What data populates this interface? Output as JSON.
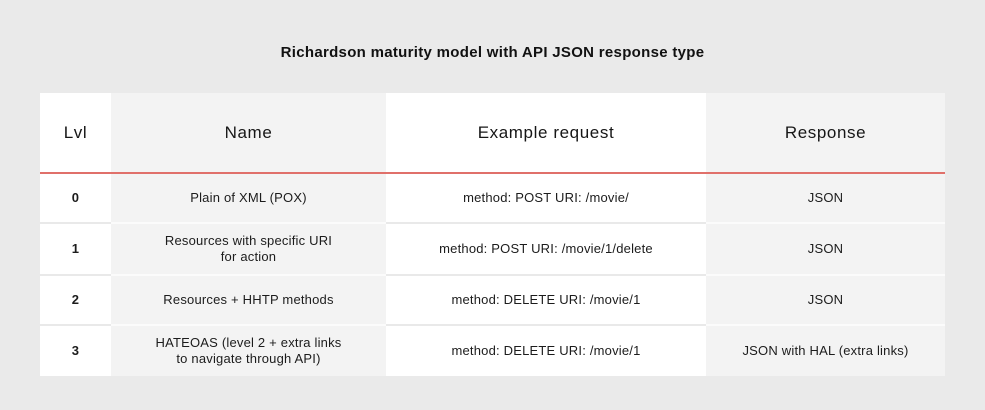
{
  "page": {
    "title": "Richardson maturity model with API JSON response type",
    "background": "#eaeaea"
  },
  "colors": {
    "accent_line": "#e0706a",
    "column_white": "#ffffff",
    "column_gray": "#f3f3f3",
    "text": "#1c1c1c"
  },
  "table": {
    "columns": [
      {
        "label": "Lvl"
      },
      {
        "label": "Name"
      },
      {
        "label": "Example request"
      },
      {
        "label": "Response"
      }
    ],
    "rows": [
      {
        "lvl": "0",
        "name": "Plain of XML (POX)",
        "example": "method: POST URI: /movie/",
        "response": "JSON"
      },
      {
        "lvl": "1",
        "name": "Resources with specific URI\nfor action",
        "example": "method: POST URI: /movie/1/delete",
        "response": "JSON"
      },
      {
        "lvl": "2",
        "name": "Resources + HHTP methods",
        "example": "method: DELETE URI: /movie/1",
        "response": "JSON"
      },
      {
        "lvl": "3",
        "name": "HATEOAS (level 2 + extra links\nto navigate through API)",
        "example": "method: DELETE URI: /movie/1",
        "response": "JSON with HAL (extra links)"
      }
    ]
  },
  "chart_data": {
    "type": "table",
    "title": "Richardson maturity model with API JSON response type",
    "columns": [
      "Lvl",
      "Name",
      "Example request",
      "Response"
    ],
    "rows": [
      [
        "0",
        "Plain of XML (POX)",
        "method: POST URI: /movie/",
        "JSON"
      ],
      [
        "1",
        "Resources with specific URI for action",
        "method: POST URI: /movie/1/delete",
        "JSON"
      ],
      [
        "2",
        "Resources + HHTP methods",
        "method: DELETE URI: /movie/1",
        "JSON"
      ],
      [
        "3",
        "HATEOAS (level 2 + extra links to navigate through API)",
        "method: DELETE URI: /movie/1",
        "JSON with HAL (extra links)"
      ]
    ]
  }
}
